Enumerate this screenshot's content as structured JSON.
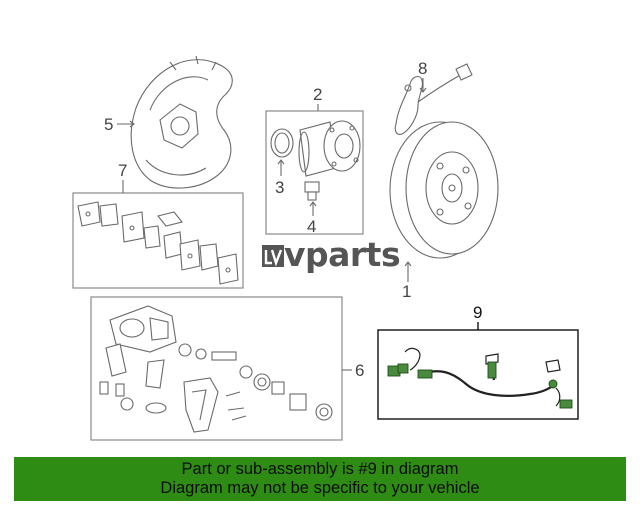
{
  "diagram": {
    "callouts": {
      "c1": "1",
      "c2": "2",
      "c3": "3",
      "c4": "4",
      "c5": "5",
      "c6": "6",
      "c7": "7",
      "c8": "8",
      "c9": "9"
    },
    "highlighted_part": "9",
    "highlight_color": "#4a8a3c",
    "watermark": {
      "icon": "lv-logo-icon",
      "text": "vparts"
    }
  },
  "banner": {
    "line1": "Part or sub-assembly is #9 in diagram",
    "line2": "Diagram may not be specific to your vehicle",
    "background": "#2e8b14"
  }
}
